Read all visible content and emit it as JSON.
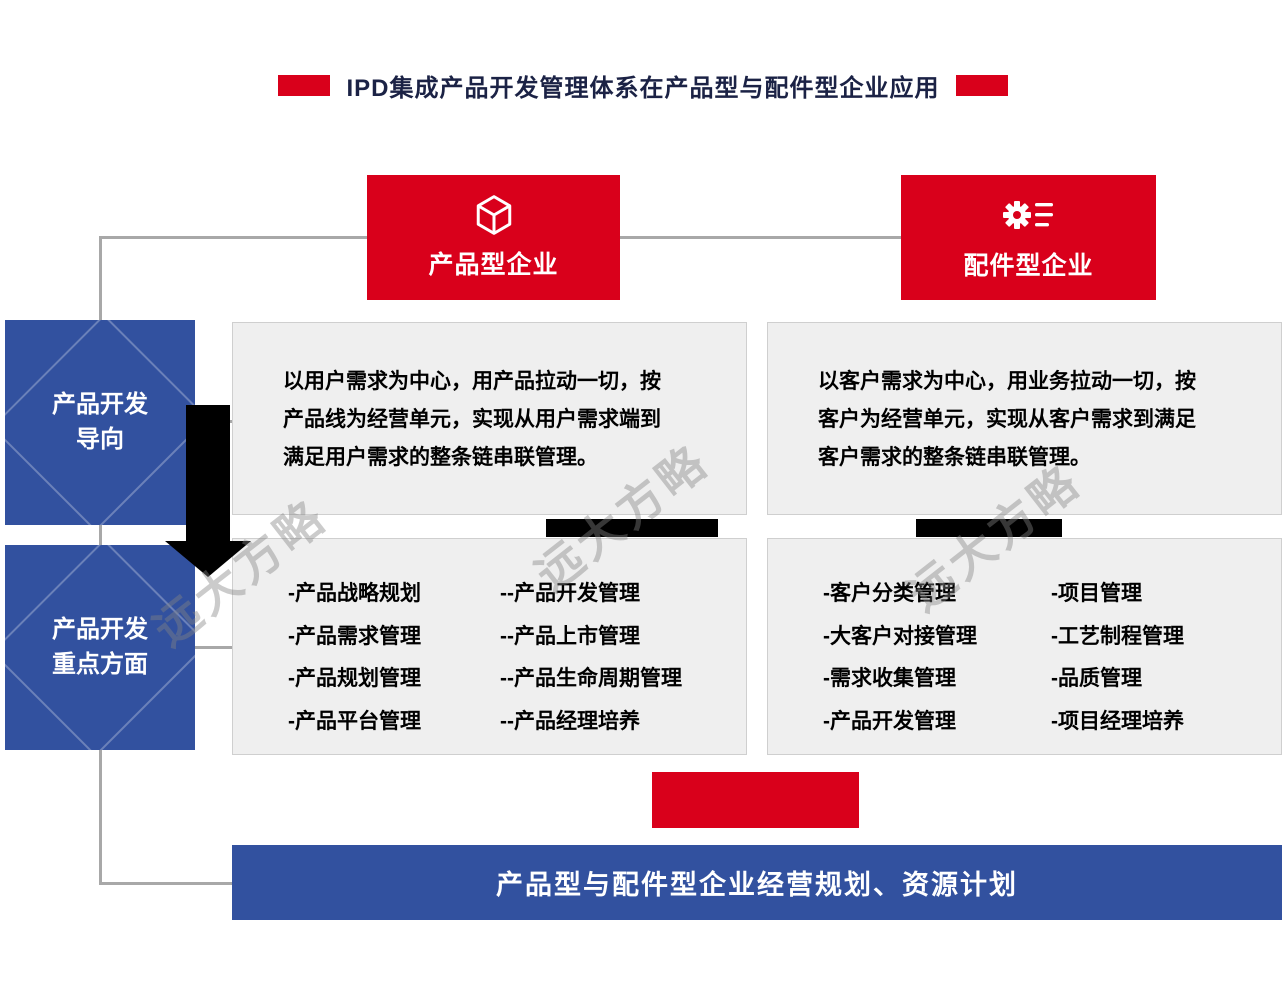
{
  "title": {
    "text": "IPD集成产品开发管理体系在产品型与配件型企业应用"
  },
  "watermark": {
    "text": "远大方略"
  },
  "colors": {
    "red": "#D9001B",
    "blue": "#32519F",
    "gray_box": "#EFEFEF",
    "connector": "#A8A8A8",
    "arrow": "#000000"
  },
  "side_labels": [
    {
      "label": "产品开发\n导向"
    },
    {
      "label": "产品开发\n重点方面"
    }
  ],
  "columns": [
    {
      "header": "产品型企业",
      "icon": "cube-icon",
      "orientation": "以用户需求为中心，用产品拉动一切，按\n产品线为经营单元，实现从用户需求端到\n满足用户需求的整条链串联管理。",
      "focus_left": [
        "-产品战略规划",
        "-产品需求管理",
        "-产品规划管理",
        "-产品平台管理"
      ],
      "focus_right": [
        "--产品开发管理",
        "--产品上市管理",
        "--产品生命周期管理",
        "--产品经理培养"
      ]
    },
    {
      "header": "配件型企业",
      "icon": "gear-list-icon",
      "orientation": "以客户需求为中心，用业务拉动一切，按\n客户为经营单元，实现从客户需求到满足\n客户需求的整条链串联管理。",
      "focus_left": [
        "-客户分类管理",
        "-大客户对接管理",
        "-需求收集管理",
        "-产品开发管理"
      ],
      "focus_right": [
        "-项目管理",
        "-工艺制程管理",
        "-品质管理",
        "-项目经理培养"
      ]
    }
  ],
  "bottom_bar": {
    "text": "产品型与配件型企业经营规划、资源计划"
  }
}
